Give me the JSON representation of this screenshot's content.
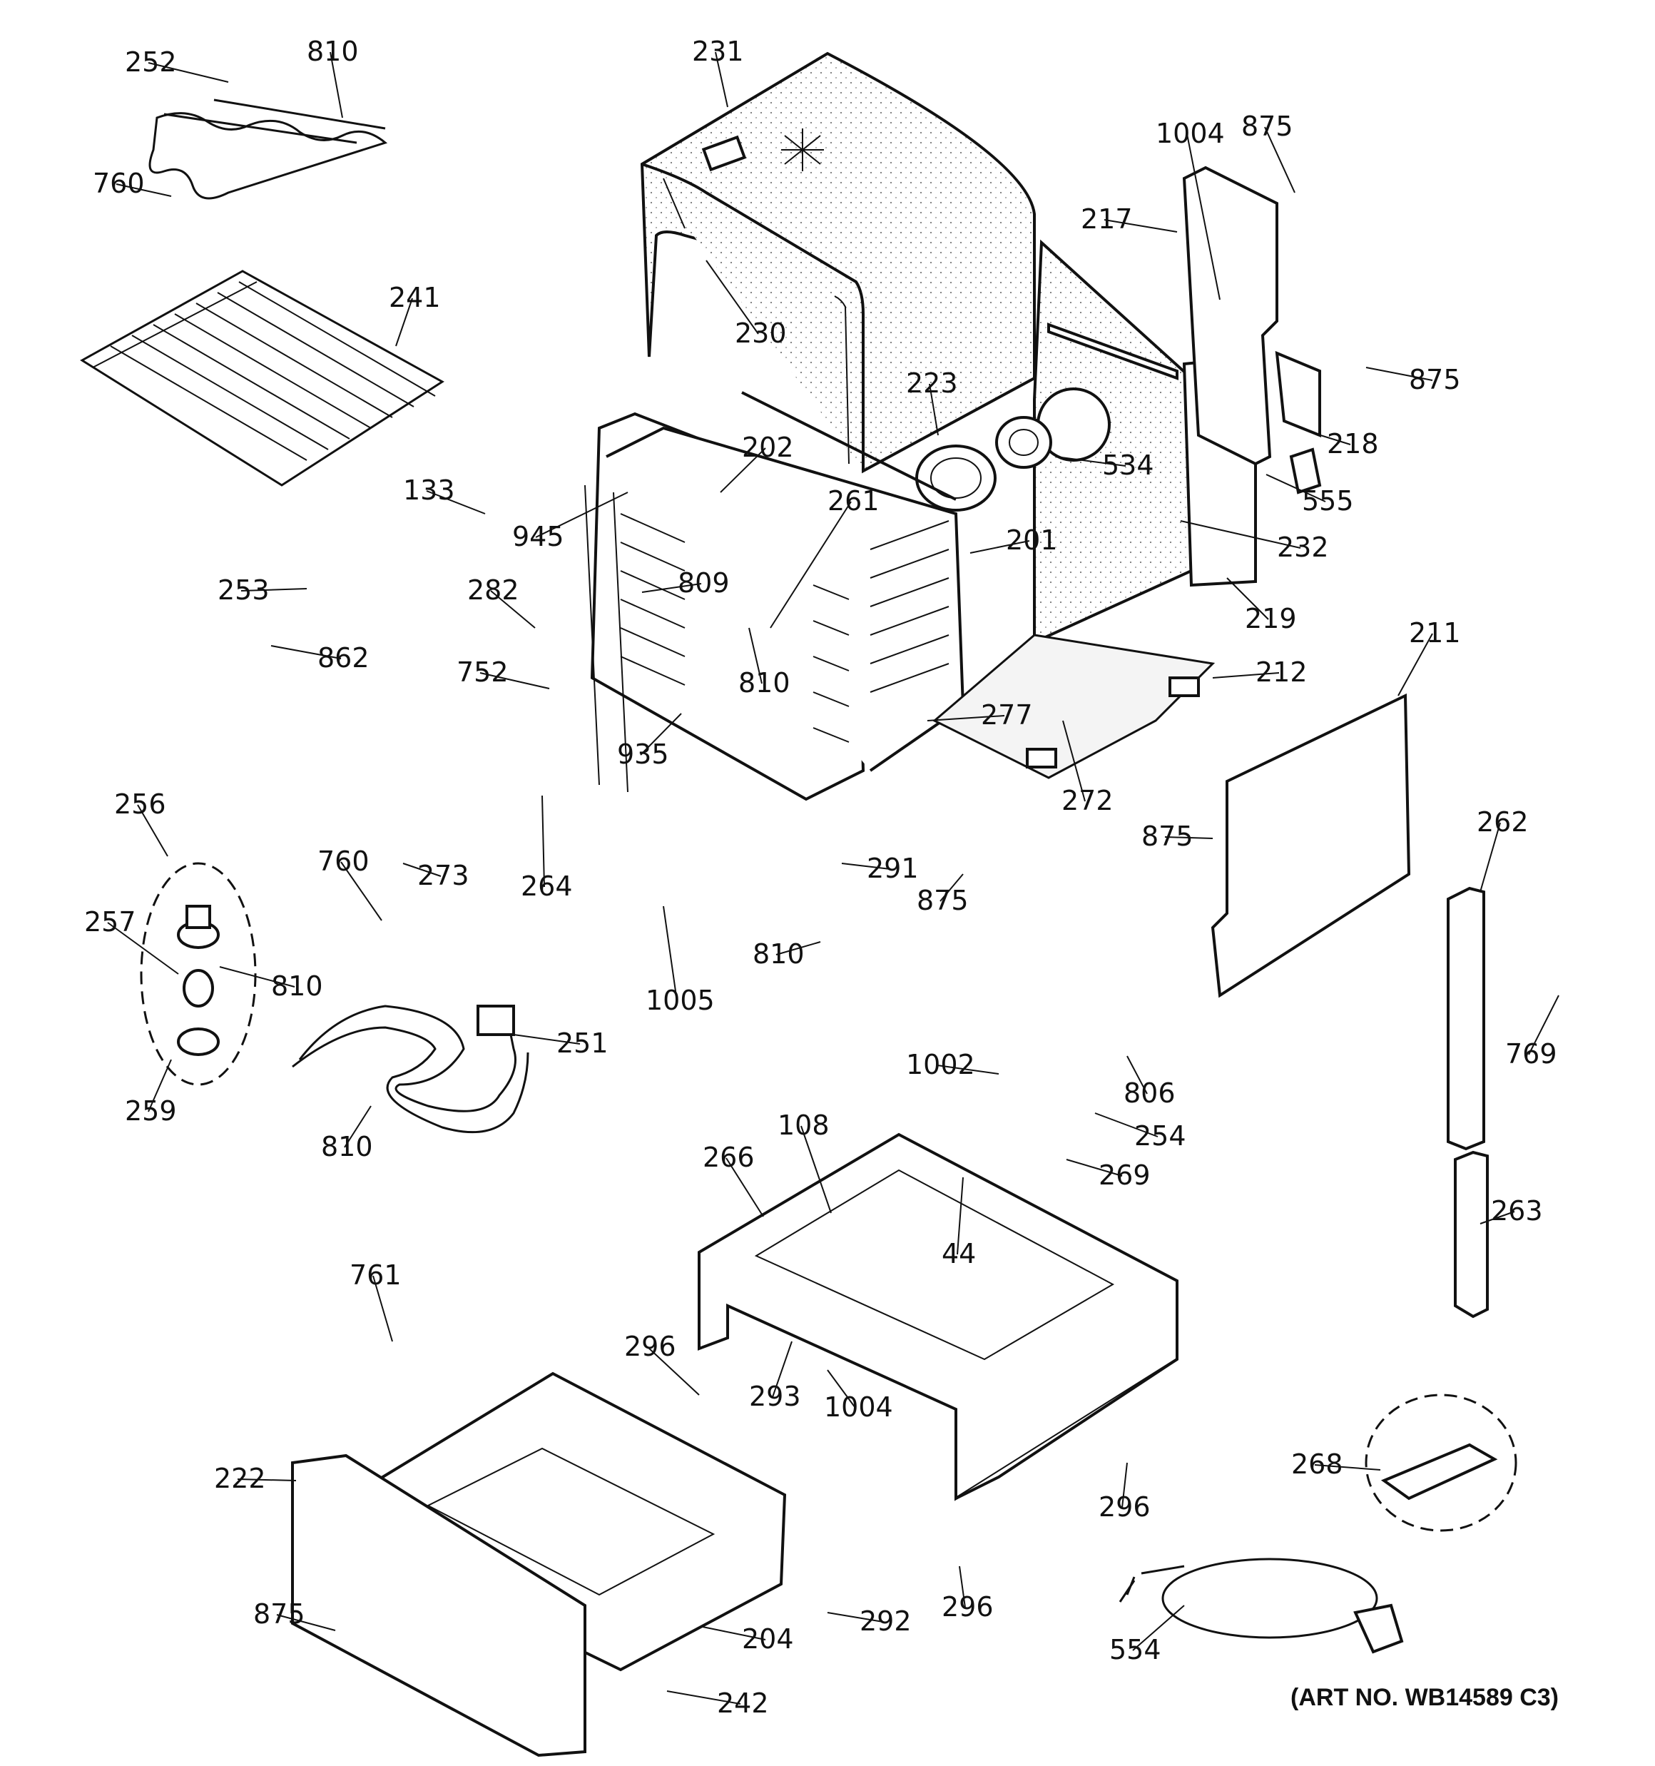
{
  "art_number": "(ART NO. WB14589 C3)",
  "labels": [
    "252",
    "810",
    "231",
    "1004",
    "875",
    "760",
    "217",
    "241",
    "230",
    "875",
    "223",
    "218",
    "534",
    "133",
    "202",
    "261",
    "555",
    "945",
    "201",
    "232",
    "282",
    "809",
    "253",
    "219",
    "810",
    "212",
    "862",
    "752",
    "935",
    "211",
    "277",
    "272",
    "256",
    "262",
    "760",
    "273",
    "875",
    "264",
    "291",
    "875",
    "257",
    "810",
    "810",
    "1005",
    "769",
    "251",
    "1002",
    "259",
    "806",
    "810",
    "108",
    "254",
    "266",
    "269",
    "44",
    "263",
    "761",
    "296",
    "293",
    "1004",
    "268",
    "222",
    "296",
    "296",
    "875",
    "292",
    "204",
    "554",
    "242"
  ]
}
